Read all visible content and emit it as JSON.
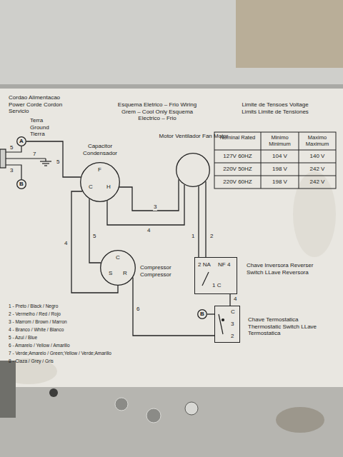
{
  "diagram": {
    "title": "Esquema Eletrico – Frio Wiring Grem – Cool Only Esquema Electrico – Frio",
    "nodes": [
      {
        "text": [
          "A"
        ]
      },
      {
        "text": [
          "B"
        ]
      },
      {
        "text": [
          "Capacitor Condensador",
          "F",
          "C",
          "H"
        ]
      },
      {
        "text": [
          "Motor Ventilador Fan Motor"
        ]
      },
      {
        "text": [
          "C",
          "S",
          "R",
          "Compressor Compressor"
        ]
      },
      {
        "text": [
          "2 NA",
          "NF 4",
          "1 C",
          "Chave Inversora Reverser Switch LLave Reversora"
        ]
      },
      {
        "text": [
          "B"
        ]
      },
      {
        "text": [
          "C",
          "3",
          "2",
          "Chave Termostatica Thermostatic Switch LLave Termostatica"
        ]
      }
    ],
    "edges": [
      {
        "from": 0,
        "to": 2,
        "arrow": "none",
        "label": "5"
      },
      {
        "from": 2,
        "to": 3,
        "arrow": "none",
        "label": "3"
      },
      {
        "from": 2,
        "to": 3,
        "arrow": "none",
        "label": "4"
      },
      {
        "from": 3,
        "to": 5,
        "arrow": "none",
        "label": "1"
      },
      {
        "from": 3,
        "to": 5,
        "arrow": "none",
        "label": "2"
      },
      {
        "from": 2,
        "to": 4,
        "arrow": "none",
        "label": "5"
      },
      {
        "from": 2,
        "to": 4,
        "arrow": "none",
        "label": "4"
      },
      {
        "from": 4,
        "to": 7,
        "arrow": "none",
        "label": "6"
      },
      {
        "from": 5,
        "to": 7,
        "arrow": "none",
        "label": "4"
      },
      {
        "from": 6,
        "to": 7,
        "arrow": "none"
      }
    ],
    "labels": [
      "Cordao Alimentacao Power Corde Cordon Servicio",
      "Limite de Tensoes Voltage Limits Limite de Tensiones",
      "Nominal Rated",
      "Minimo Minimum",
      "Maximo Maximum",
      "127V 60HZ",
      "104 V",
      "140 V",
      "220V 50HZ",
      "198 V",
      "242 V",
      "220V 60HZ",
      "198 V",
      "242 V",
      "Terra Ground Tierra",
      "5",
      "7",
      "3",
      "1 - Preto / Black / Negro",
      "2 - Vermelho / Red / Rojo",
      "3 - Marrom / Brown / Marron",
      "4 - Branco / White / Blanco",
      "5 - Azul / Blue",
      "6 - Amarelo / Yellow / Amarillo",
      "7 - Verde;Amarelo / Green;Yellow / Verde;Amarillo",
      "8 - Ciaza / Grey / Gris"
    ]
  }
}
